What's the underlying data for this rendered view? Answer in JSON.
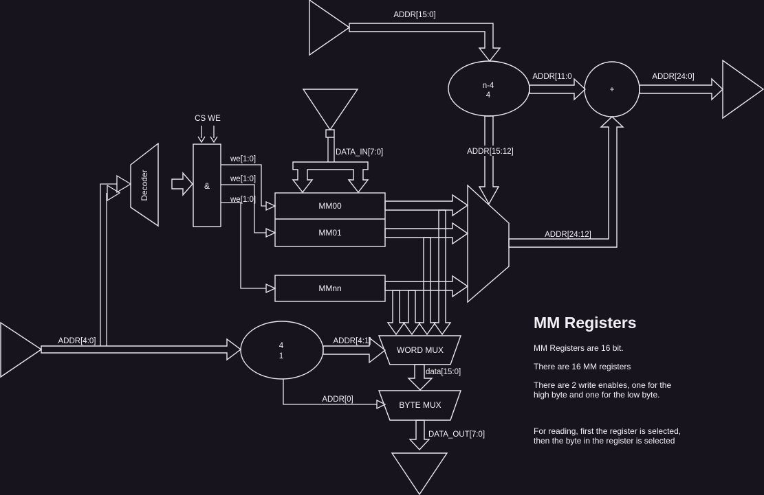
{
  "diagram": {
    "labels": {
      "addr_15_0": "ADDR[15:0]",
      "addr_11_0": "ADDR[11:0",
      "addr_24_0": "ADDR[24:0]",
      "addr_15_12": "ADDR[15:12]",
      "addr_24_12": "ADDR[24:12]",
      "cs_we": "CS WE",
      "we": [
        "we[1:0]",
        "we[1:0]",
        "we[1:0]"
      ],
      "data_in": "DATA_IN[7:0]",
      "addr_4_0": "ADDR[4:0]",
      "addr_4_1": "ADDR[4:1]",
      "addr_0": "ADDR[0]",
      "data_15_0": "data[15:0]",
      "data_out_7_0": "DATA_OUT[7:0]"
    },
    "nodes": {
      "decoder": "Decoder",
      "and_gate": "&",
      "n_minus_4": {
        "line1": "n-4",
        "line2": "4"
      },
      "adder": "+",
      "mm00": "MM00",
      "mm01": "MM01",
      "mmnn": "MMnn",
      "selector": {
        "line1": "4",
        "line2": "1"
      },
      "word_mux": "WORD MUX",
      "byte_mux": "BYTE MUX"
    },
    "notes": {
      "title": "MM Registers",
      "p1": "MM Registers are 16 bit.",
      "p2": "There are 16 MM registers",
      "p3_line1": "There are 2 write enables, one for the",
      "p3_line2": "high byte and one for the low byte.",
      "p4_line1": "For reading, first the register is selected,",
      "p4_line2": "then the byte in the register is selected"
    },
    "colors": {
      "background": "#17141E",
      "stroke": "#E9E7EE",
      "text": "#F2F0F5"
    }
  }
}
